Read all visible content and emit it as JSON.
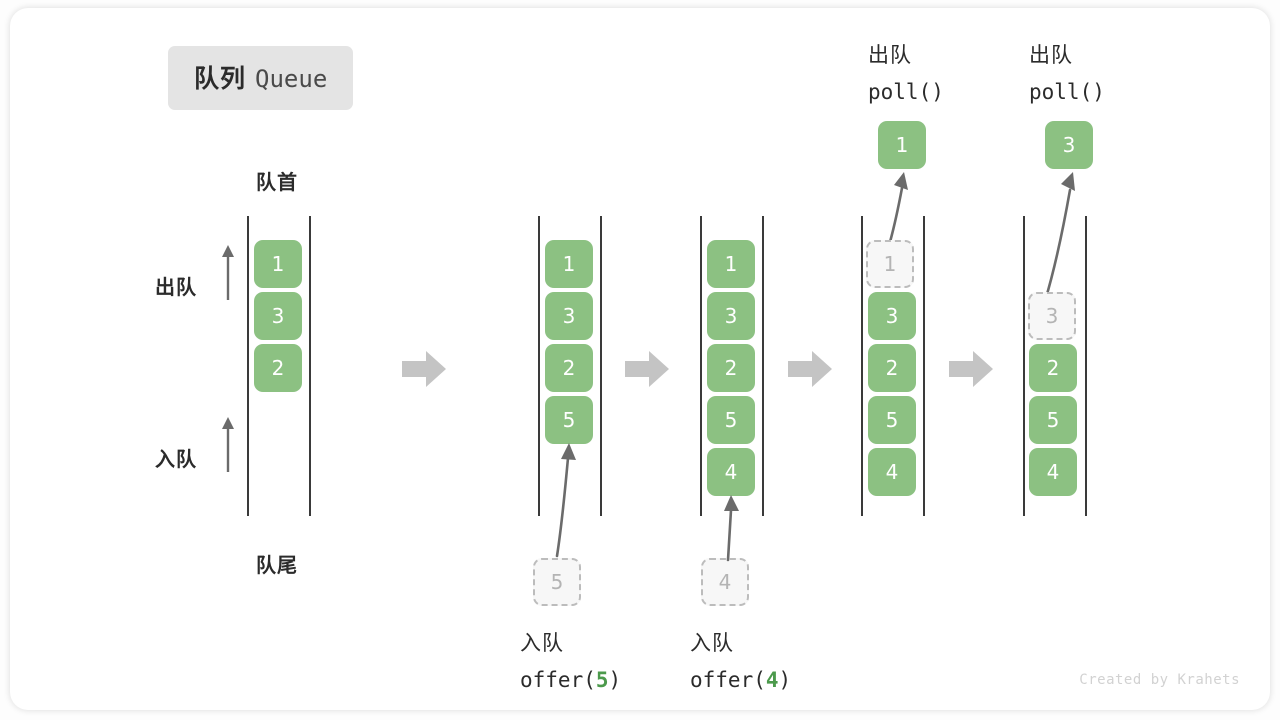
{
  "title": {
    "cn": "队列",
    "en": "Queue"
  },
  "credit": "Created by Krahets",
  "anchors": {
    "head": "队首",
    "tail": "队尾",
    "dequeue": "出队",
    "enqueue": "入队"
  },
  "icons": {
    "step_arrow": "right-arrow-icon",
    "dequeue_arrow": "up-arrow-icon",
    "enqueue_arrow": "up-arrow-icon",
    "curved_arrow": "curved-up-arrow-icon"
  },
  "colors": {
    "element_green": "#8cc182",
    "accent_green": "#4c9a4c",
    "rail": "#3a3a3a",
    "ghost_border": "#bcbcbc",
    "ghost_fill": "#f7f7f7",
    "chip_bg": "#e4e4e4",
    "step_arrow": "#c4c4c4",
    "credit": "#d2d2d2"
  },
  "steps": [
    {
      "id": "initial",
      "elements": [
        "1",
        "3",
        "2"
      ],
      "ghost_top": null,
      "ghost_bottom": null,
      "caption_cn": null,
      "caption_fn": null,
      "popped": null
    },
    {
      "id": "offer-5",
      "elements": [
        "1",
        "3",
        "2",
        "5"
      ],
      "ghost_top": null,
      "ghost_bottom": "5",
      "caption_cn": "入队",
      "caption_fn": "offer(",
      "caption_arg": "5",
      "caption_fn_end": ")",
      "popped": null
    },
    {
      "id": "offer-4",
      "elements": [
        "1",
        "3",
        "2",
        "5",
        "4"
      ],
      "ghost_top": null,
      "ghost_bottom": "4",
      "caption_cn": "入队",
      "caption_fn": "offer(",
      "caption_arg": "4",
      "caption_fn_end": ")",
      "popped": null
    },
    {
      "id": "poll-1",
      "elements": [
        "3",
        "2",
        "5",
        "4"
      ],
      "ghost_top": "1",
      "ghost_bottom": null,
      "caption_cn": "出队",
      "caption_fn": "poll()",
      "popped": "1"
    },
    {
      "id": "poll-3",
      "elements": [
        "2",
        "5",
        "4"
      ],
      "ghost_top": "3",
      "ghost_bottom": null,
      "caption_cn": "出队",
      "caption_fn": "poll()",
      "popped": "3"
    }
  ]
}
